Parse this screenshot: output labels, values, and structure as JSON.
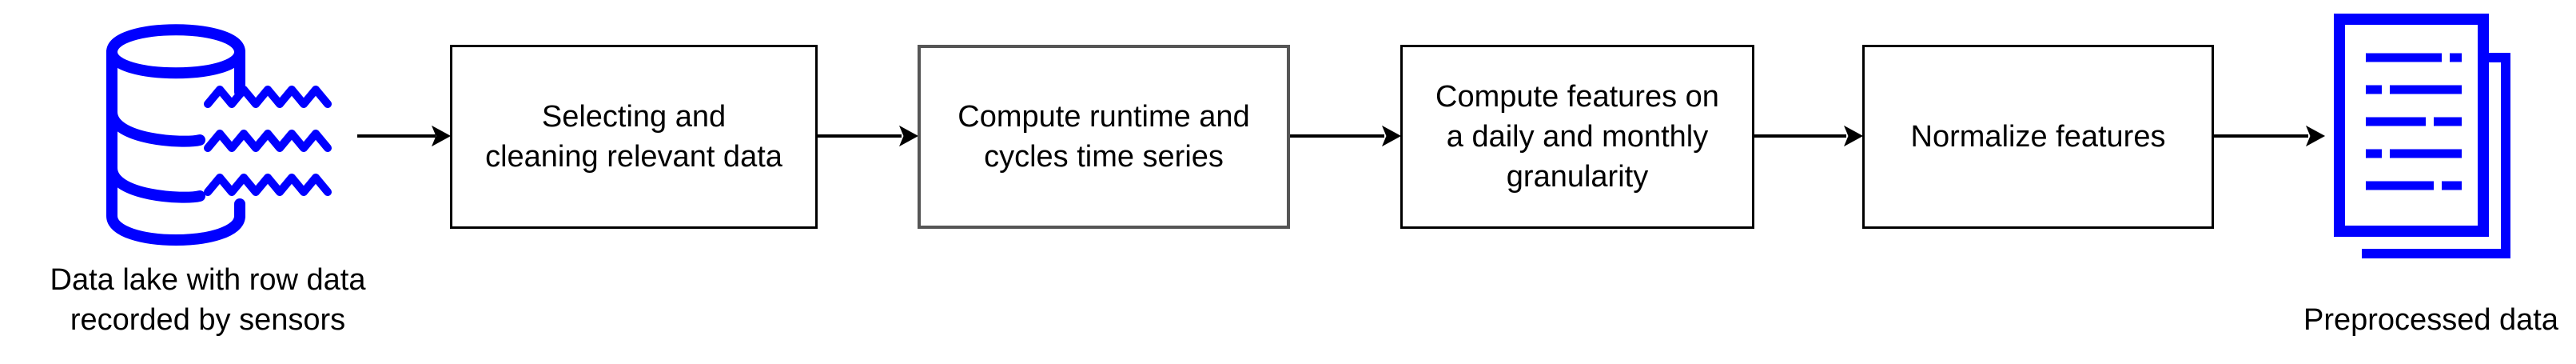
{
  "diagram": {
    "source": {
      "icon": "database-with-signal-icon",
      "caption_lines": [
        "Data lake with row data",
        "recorded by sensors"
      ]
    },
    "steps": [
      {
        "lines": [
          "Selecting and",
          "cleaning relevant data"
        ]
      },
      {
        "lines": [
          "Compute runtime and",
          "cycles time series"
        ]
      },
      {
        "lines": [
          "Compute features on",
          "a daily and monthly",
          "granularity"
        ]
      },
      {
        "lines": [
          "Normalize features"
        ]
      }
    ],
    "output": {
      "icon": "document-stack-icon",
      "caption_lines": [
        "Preprocessed data"
      ]
    },
    "colors": {
      "icon_blue": "#0000ff",
      "line": "#000000"
    }
  }
}
